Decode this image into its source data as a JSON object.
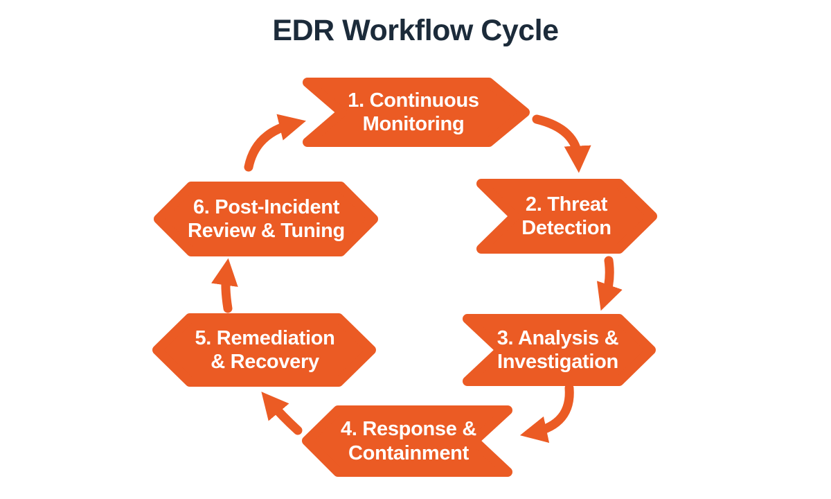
{
  "title": "EDR Workflow Cycle",
  "colors": {
    "accent": "#EB5B24",
    "title_text": "#1C2B3A",
    "step_text": "#FFFFFF",
    "background": "#FFFFFF"
  },
  "steps": [
    {
      "line1": "1. Continuous",
      "line2": "Monitoring",
      "full": "1. Continuous Monitoring"
    },
    {
      "line1": "2. Threat",
      "line2": "Detection",
      "full": "2. Threat Detection"
    },
    {
      "line1": "3. Analysis &",
      "line2": "Investigation",
      "full": "3. Analysis & Investigation"
    },
    {
      "line1": "4. Response &",
      "line2": "Containment",
      "full": "4. Response & Containment"
    },
    {
      "line1": "5. Remediation",
      "line2": "& Recovery",
      "full": "5. Remediation & Recovery"
    },
    {
      "line1": "6. Post-Incident",
      "line2": "Review & Tuning",
      "full": "6. Post-Incident Review & Tuning"
    }
  ],
  "arrows": [
    {
      "from": 1,
      "to": 2
    },
    {
      "from": 2,
      "to": 3
    },
    {
      "from": 3,
      "to": 4
    },
    {
      "from": 4,
      "to": 5
    },
    {
      "from": 5,
      "to": 6
    },
    {
      "from": 6,
      "to": 1
    }
  ]
}
